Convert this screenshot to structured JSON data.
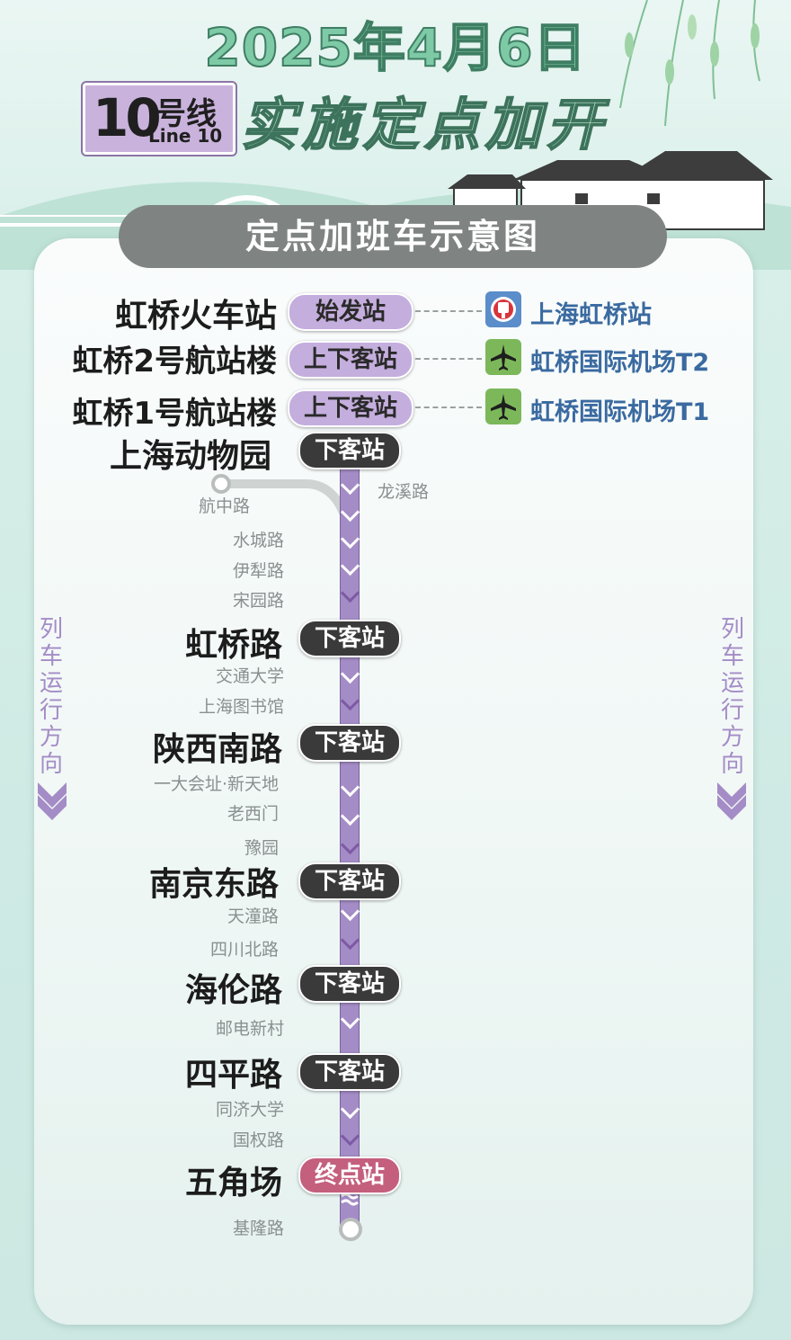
{
  "header": {
    "date": "2025年4月6日",
    "line_number": "10",
    "line_zh": "号线",
    "line_en": "Line 10",
    "slogan": "实施定点加开"
  },
  "banner": {
    "title": "定点加班车示意图"
  },
  "side_text": "列车运行方向",
  "colors": {
    "track": "#a48cc6",
    "tag_purple": "#c4aedd",
    "tag_dark": "#3a3a3a",
    "tag_terminal": "#c45f7e",
    "transfer_text": "#3a6aa0"
  },
  "stations": {
    "s1": {
      "name": "虹桥火车站",
      "tag": "始发站",
      "transfer": "上海虹桥站",
      "transfer_icon": "railway-icon"
    },
    "s2": {
      "name": "虹桥2号航站楼",
      "tag": "上下客站",
      "transfer": "虹桥国际机场T2",
      "transfer_icon": "airplane-icon"
    },
    "s3": {
      "name": "虹桥1号航站楼",
      "tag": "上下客站",
      "transfer": "虹桥国际机场T1",
      "transfer_icon": "airplane-icon"
    },
    "s4": {
      "name": "上海动物园",
      "tag": "下客站"
    },
    "s5": {
      "name": "虹桥路",
      "tag": "下客站"
    },
    "s6": {
      "name": "陕西南路",
      "tag": "下客站"
    },
    "s7": {
      "name": "南京东路",
      "tag": "下客站"
    },
    "s8": {
      "name": "海伦路",
      "tag": "下客站"
    },
    "s9": {
      "name": "四平路",
      "tag": "下客站"
    },
    "s10": {
      "name": "五角场",
      "tag": "终点站"
    }
  },
  "branch": {
    "hangzhong": "航中路",
    "longxi": "龙溪路"
  },
  "minor": {
    "m1": "水城路",
    "m2": "伊犁路",
    "m3": "宋园路",
    "m4": "交通大学",
    "m5": "上海图书馆",
    "m6": "一大会址·新天地",
    "m7": "老西门",
    "m8": "豫园",
    "m9": "天潼路",
    "m10": "四川北路",
    "m11": "邮电新村",
    "m12": "同济大学",
    "m13": "国权路",
    "m14": "基隆路"
  }
}
